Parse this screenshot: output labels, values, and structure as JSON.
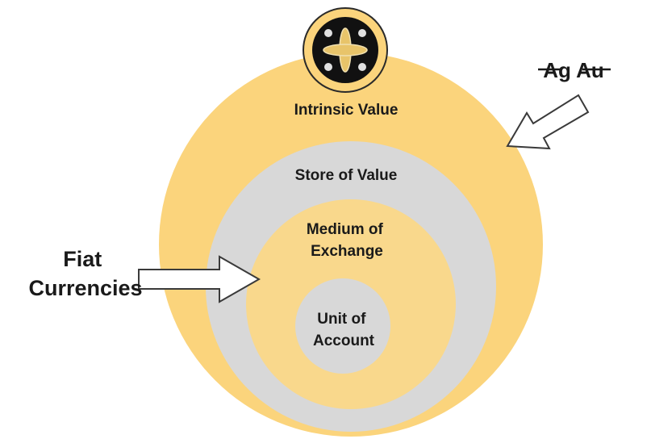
{
  "rings": [
    {
      "label_lines": [
        "Intrinsic Value"
      ],
      "color": "#fbd47c"
    },
    {
      "label_lines": [
        "Store of Value"
      ],
      "color": "#d8d8d8"
    },
    {
      "label_lines": [
        "Medium of",
        "Exchange"
      ],
      "color": "#f9d88c"
    },
    {
      "label_lines": [
        "Unit of",
        "Account"
      ],
      "color": "#d8d8d8"
    }
  ],
  "callouts": {
    "metals": {
      "label": "Ag Au",
      "struck_through": true
    },
    "fiat": {
      "label_lines": [
        "Fiat",
        "Currencies"
      ]
    }
  },
  "emblem": {
    "icon": "coin-emblem-icon",
    "ring_color": "#fbd47c",
    "face_color": "#111111"
  },
  "arrow_color": "#ffffff",
  "outline_color": "#3a3a3a"
}
